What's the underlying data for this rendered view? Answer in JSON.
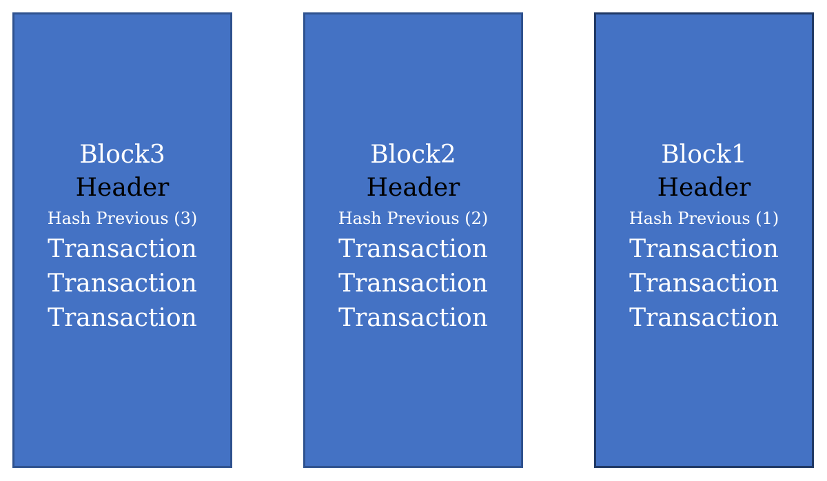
{
  "blocks": [
    {
      "title": "Block3",
      "header": "Header",
      "hash_previous": "Hash Previous (3)",
      "transactions": [
        "Transaction",
        "Transaction",
        "Transaction"
      ]
    },
    {
      "title": "Block2",
      "header": "Header",
      "hash_previous": "Hash Previous (2)",
      "transactions": [
        "Transaction",
        "Transaction",
        "Transaction"
      ]
    },
    {
      "title": "Block1",
      "header": "Header",
      "hash_previous": "Hash Previous (1)",
      "transactions": [
        "Transaction",
        "Transaction",
        "Transaction"
      ]
    }
  ],
  "colors": {
    "block_fill": "#4472c4",
    "block_border": "#2f528f",
    "block1_border": "#1f3864",
    "text_white": "#ffffff",
    "header_text": "#000000"
  }
}
